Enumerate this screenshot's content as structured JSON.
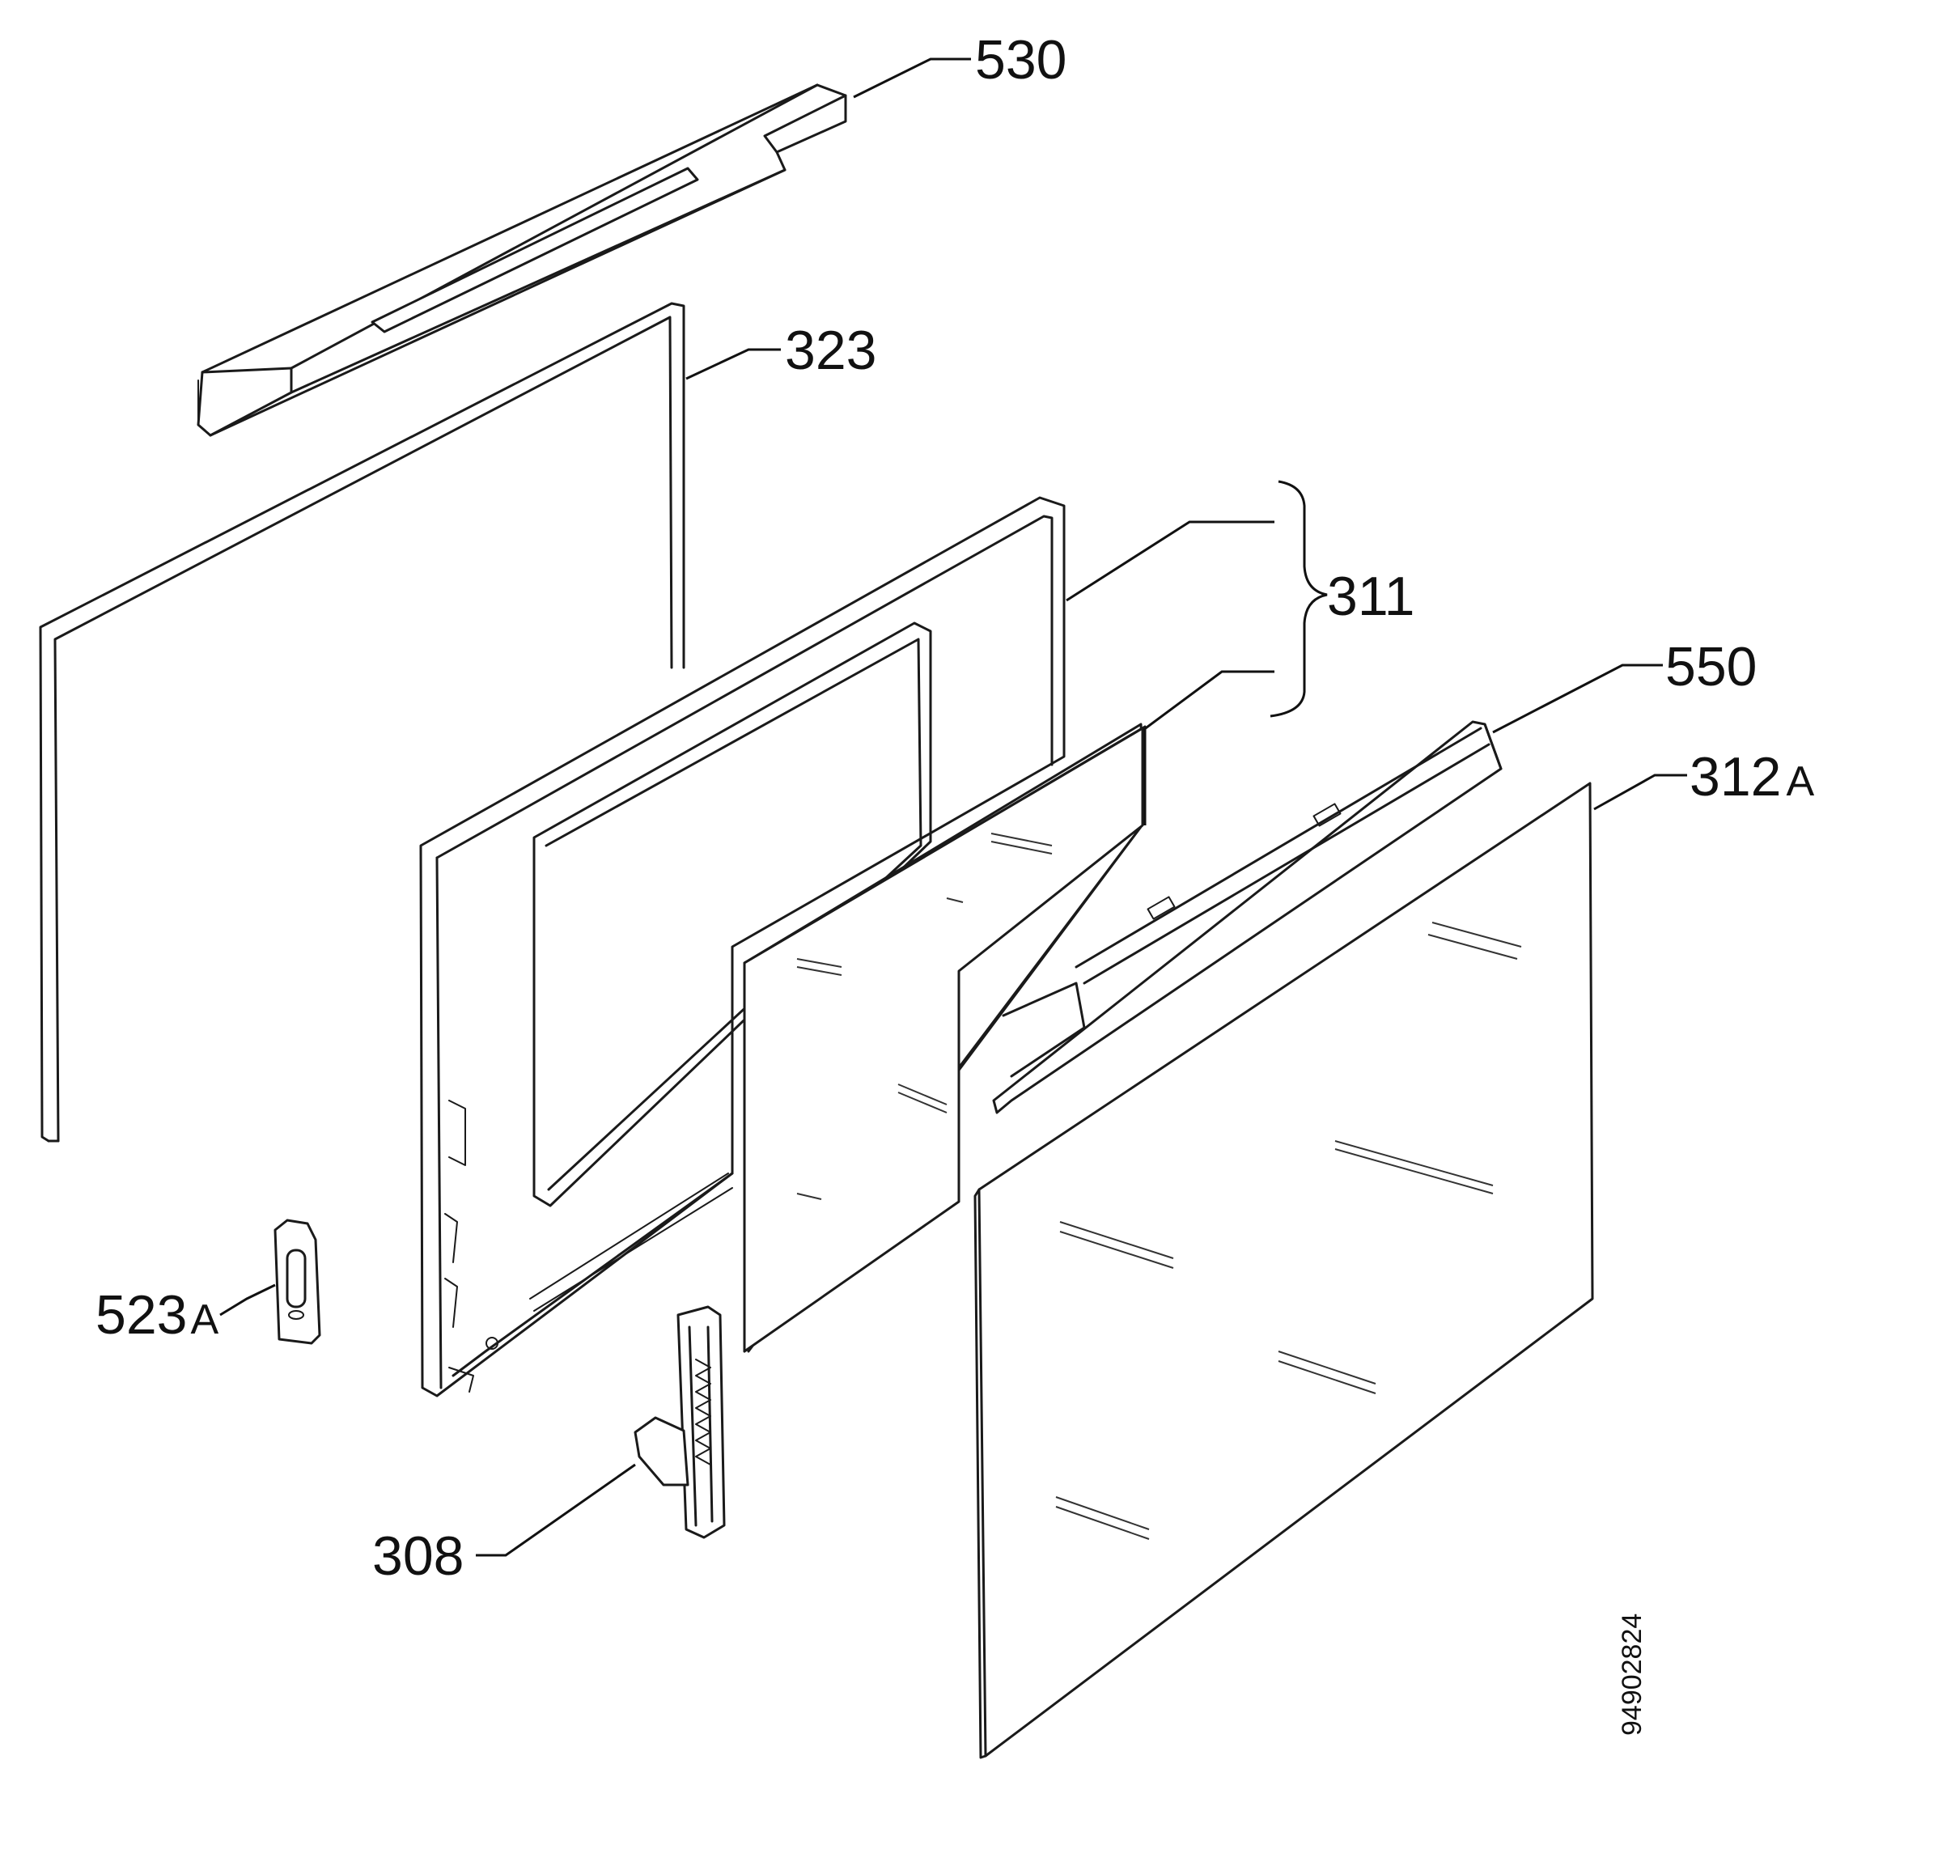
{
  "diagram": {
    "callouts": [
      {
        "id": "530",
        "num": "530",
        "suffix": ""
      },
      {
        "id": "323",
        "num": "323",
        "suffix": ""
      },
      {
        "id": "311",
        "num": "311",
        "suffix": ""
      },
      {
        "id": "550",
        "num": "550",
        "suffix": ""
      },
      {
        "id": "312A",
        "num": "312",
        "suffix": "A"
      },
      {
        "id": "523A",
        "num": "523",
        "suffix": "A"
      },
      {
        "id": "308",
        "num": "308",
        "suffix": ""
      }
    ],
    "document_number": "94902824"
  }
}
